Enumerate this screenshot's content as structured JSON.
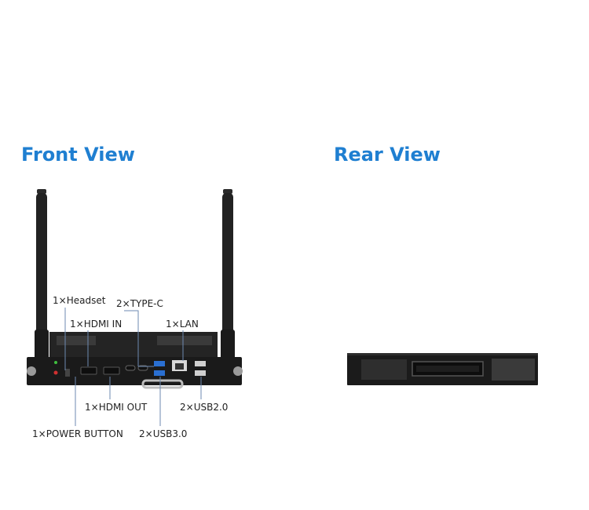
{
  "front": {
    "title": "Front View",
    "labels": {
      "headset": "1×Headset",
      "type_c": "2×TYPE-C",
      "hdmi_in": "1×HDMI IN",
      "lan": "1×LAN",
      "hdmi_out": "1×HDMI OUT",
      "usb20": "2×USB2.0",
      "power": "1×POWER BUTTON",
      "usb30": "2×USB3.0"
    }
  },
  "rear": {
    "title": "Rear View"
  },
  "colors": {
    "title": "#1f7fd1",
    "device": "#1b1b1b",
    "callout": "#6d8ab1"
  }
}
